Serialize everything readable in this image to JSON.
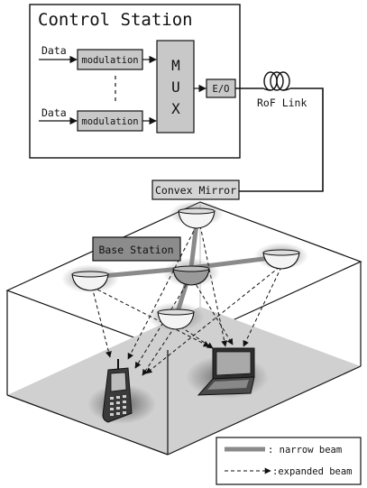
{
  "control_station": {
    "title": "Control Station",
    "data_in_top": "Data",
    "data_in_bottom": "Data",
    "modulation_top": "modulation",
    "modulation_bottom": "modulation",
    "mux_letters": [
      "M",
      "U",
      "X"
    ],
    "eo": "E/O"
  },
  "link": {
    "label": "RoF Link"
  },
  "labels": {
    "convex_mirror": "Convex Mirror",
    "base_station": "Base Station"
  },
  "legend": {
    "narrow": ": narrow beam",
    "expanded": ":expanded beam"
  },
  "colors": {
    "box_fill": "#c8c8c8",
    "floor_fill": "#cfcfcf",
    "beam": "#8a8a8a",
    "line": "#111111"
  },
  "icons": [
    "antenna-dome-icon",
    "mobile-phone-icon",
    "laptop-icon",
    "fiber-coil-icon"
  ]
}
